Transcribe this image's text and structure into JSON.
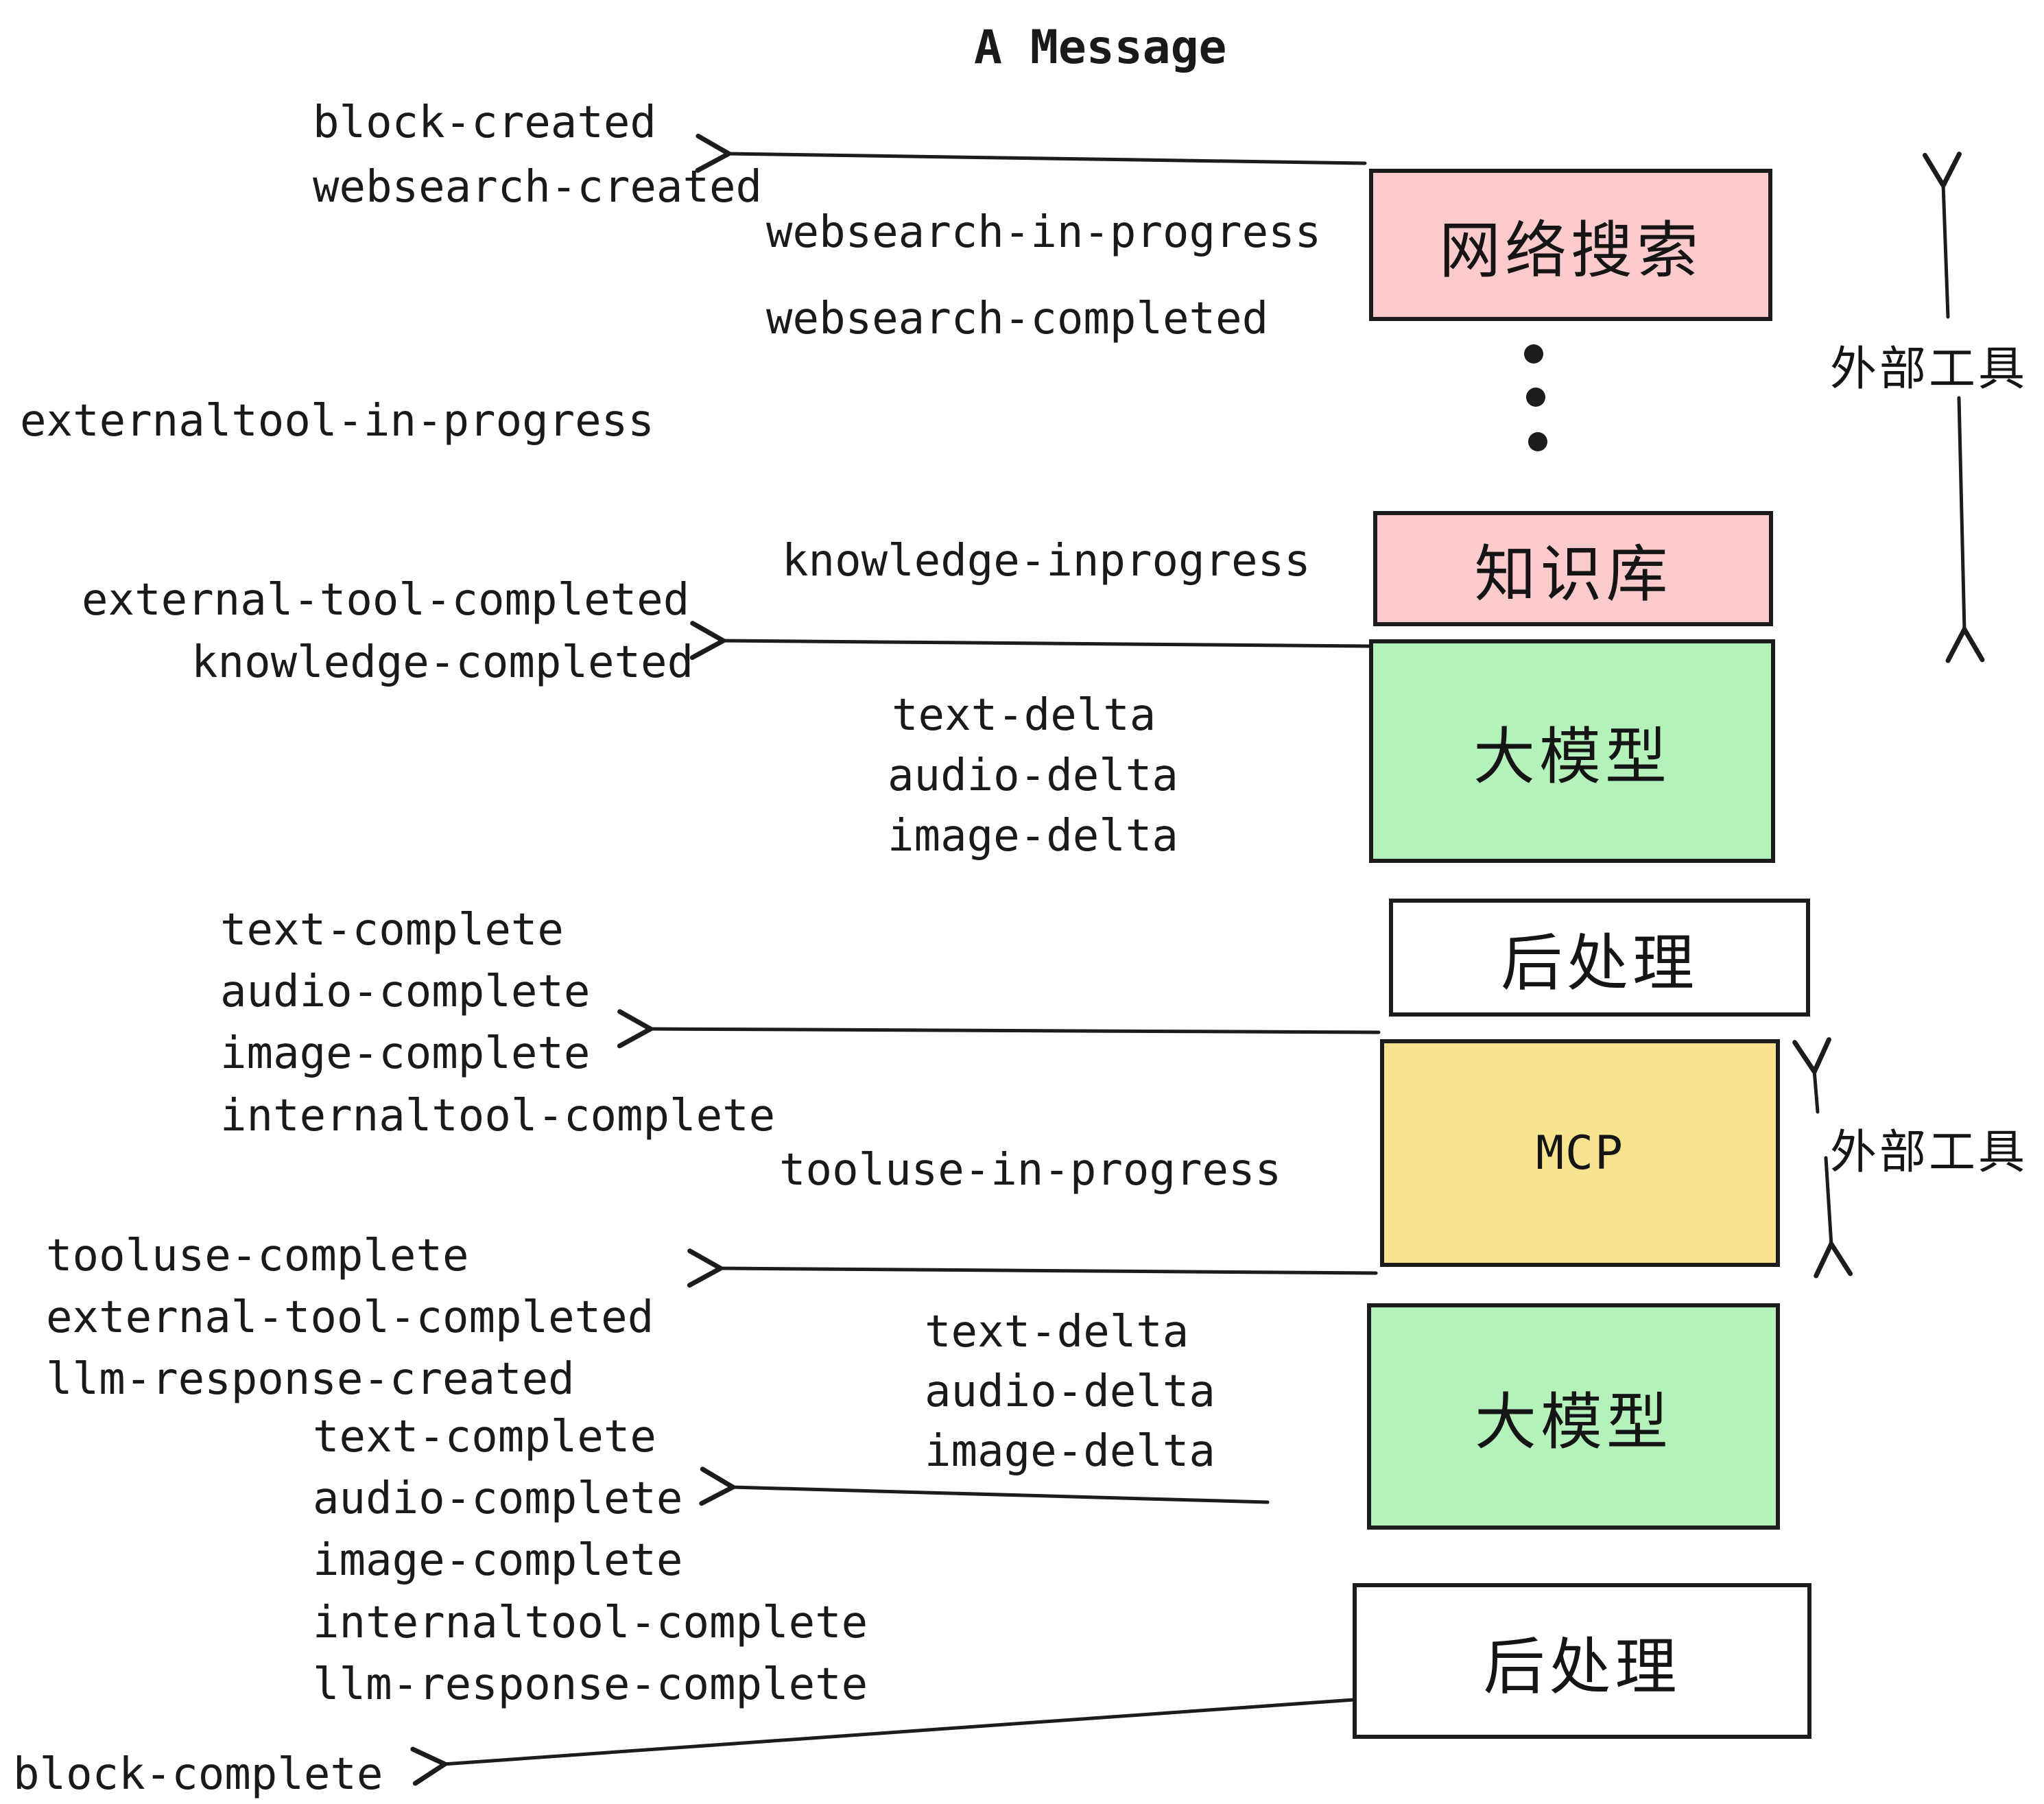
{
  "title": "A Message",
  "colors": {
    "box_pink": "#FBCACD",
    "box_green": "#B5F1BB",
    "box_yellow": "#F8E48F",
    "box_white": "#FFFFFF",
    "line": "#1C1C1C",
    "text": "#1A1A1A"
  },
  "boxes": [
    {
      "id": "websearch",
      "label": "网络搜索",
      "color_key": "box_pink"
    },
    {
      "id": "knowledge",
      "label": "知识库",
      "color_key": "box_pink"
    },
    {
      "id": "llm-1",
      "label": "大模型",
      "color_key": "box_green"
    },
    {
      "id": "postprocess-1",
      "label": "后处理",
      "color_key": "box_white"
    },
    {
      "id": "mcp",
      "label": "MCP",
      "color_key": "box_yellow"
    },
    {
      "id": "llm-2",
      "label": "大模型",
      "color_key": "box_green"
    },
    {
      "id": "postprocess-2",
      "label": "后处理",
      "color_key": "box_white"
    }
  ],
  "side_labels": [
    {
      "id": "external-tools-top",
      "label": "外部工具"
    },
    {
      "id": "external-tools-bottom",
      "label": "外部工具"
    }
  ],
  "events": [
    {
      "text": "block-created"
    },
    {
      "text": "websearch-created"
    },
    {
      "text": "websearch-in-progress"
    },
    {
      "text": "websearch-completed"
    },
    {
      "text": "externaltool-in-progress"
    },
    {
      "text": "knowledge-inprogress"
    },
    {
      "text": "external-tool-completed"
    },
    {
      "text": "knowledge-completed"
    },
    {
      "text": "text-delta"
    },
    {
      "text": "audio-delta"
    },
    {
      "text": "image-delta"
    },
    {
      "text": "text-complete"
    },
    {
      "text": "audio-complete"
    },
    {
      "text": "image-complete"
    },
    {
      "text": "internaltool-complete"
    },
    {
      "text": "tooluse-in-progress"
    },
    {
      "text": "tooluse-complete"
    },
    {
      "text": "external-tool-completed"
    },
    {
      "text": "llm-response-created"
    },
    {
      "text": "text-delta"
    },
    {
      "text": "audio-delta"
    },
    {
      "text": "image-delta"
    },
    {
      "text": "text-complete"
    },
    {
      "text": "audio-complete"
    },
    {
      "text": "image-complete"
    },
    {
      "text": "internaltool-complete"
    },
    {
      "text": "llm-response-complete"
    },
    {
      "text": "block-complete"
    }
  ]
}
